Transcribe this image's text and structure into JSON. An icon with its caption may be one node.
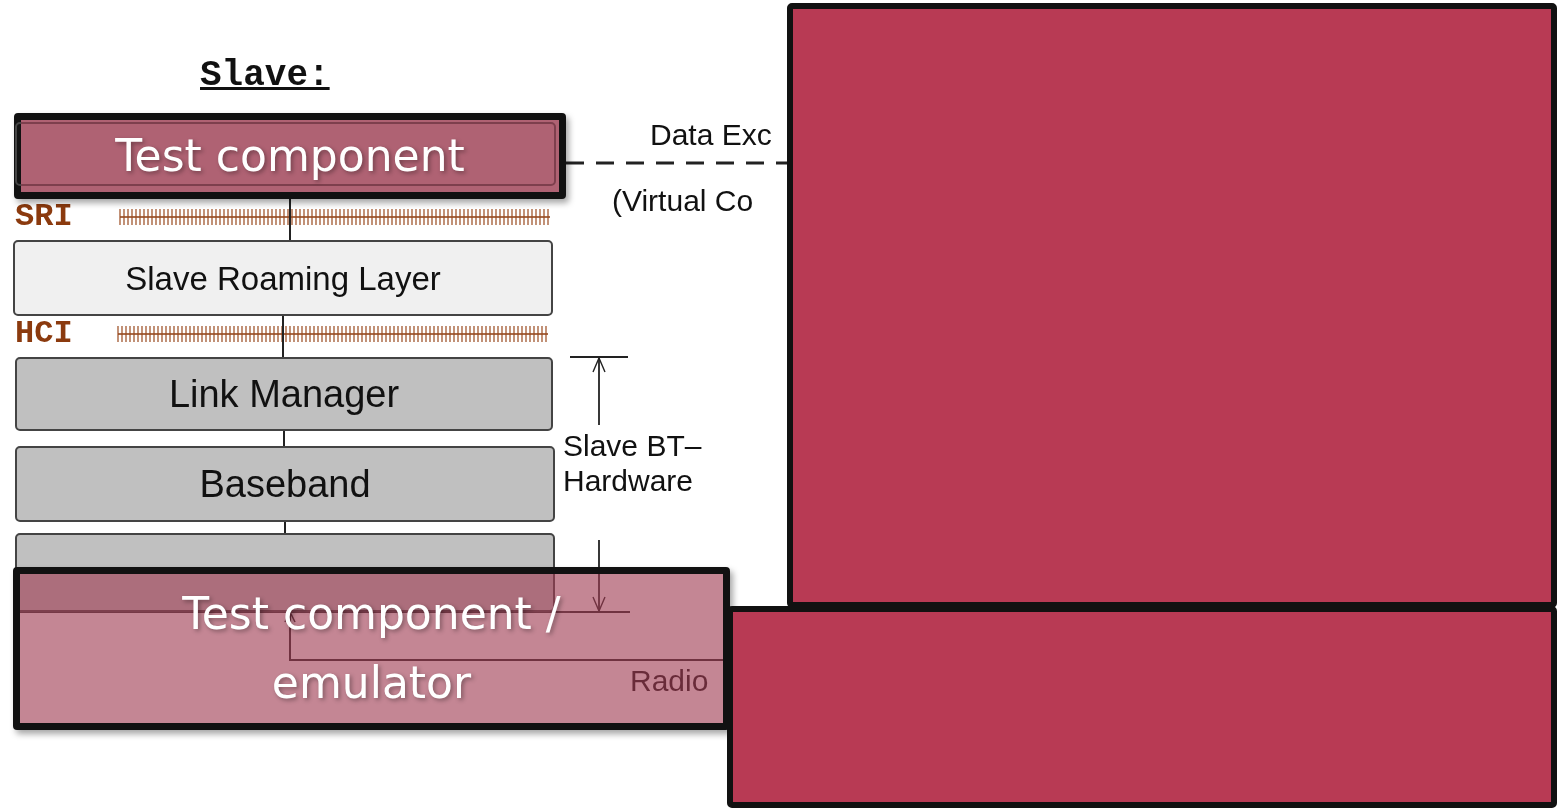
{
  "diagram": {
    "title": "Slave:",
    "nodes": [
      {
        "text": [
          "Test component"
        ]
      },
      {
        "text": [
          "Slave Roaming Layer"
        ]
      },
      {
        "text": [
          "Link Manager"
        ]
      },
      {
        "text": [
          "Baseband"
        ]
      },
      {
        "text": [],
        "shape": "box"
      },
      {
        "text": [
          "Test component / emulator"
        ]
      },
      {
        "text": [],
        "shape": "box"
      },
      {
        "text": [],
        "shape": "box"
      }
    ],
    "edges": [
      {
        "from": 0,
        "to": 1,
        "arrow": "none"
      },
      {
        "from": 1,
        "to": 2,
        "arrow": "none"
      },
      {
        "from": 2,
        "to": 3,
        "arrow": "none"
      },
      {
        "from": 3,
        "to": 4,
        "arrow": "none"
      },
      {
        "from": 0,
        "to": 6,
        "arrow": "none",
        "style": "dashed"
      },
      {
        "from": 5,
        "to": 4,
        "arrow": "to",
        "label": "Radio"
      }
    ],
    "labels": [
      "Data Exc",
      "(Virtual Co",
      "SRI",
      "HCI",
      "Slave BT– Hardware"
    ]
  }
}
